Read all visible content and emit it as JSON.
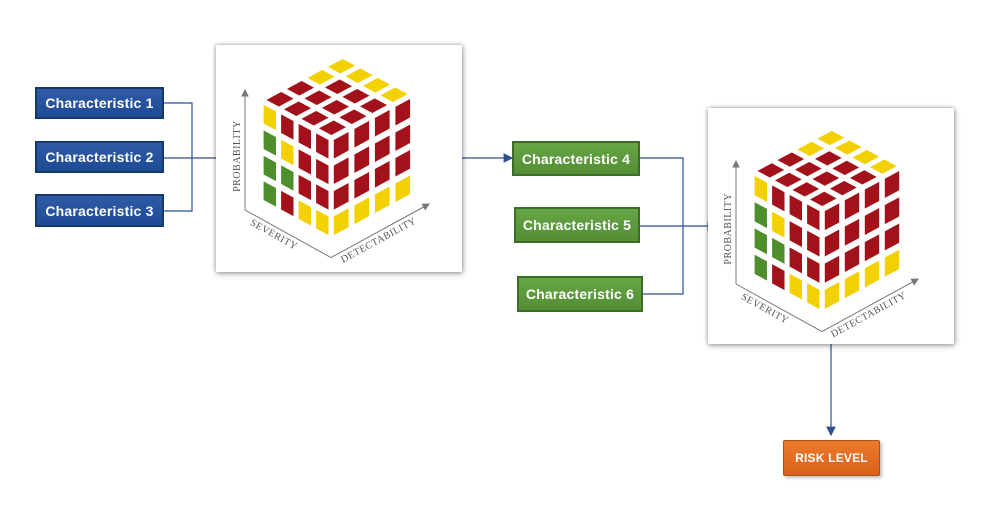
{
  "inputs": {
    "characteristic_1": "Characteristic  1",
    "characteristic_2": "Characteristic  2",
    "characteristic_3": "Characteristic  3"
  },
  "outputs": {
    "characteristic_4": "Characteristic  4",
    "characteristic_5": "Characteristic  5",
    "characteristic_6": "Characteristic  6"
  },
  "cube_axes": {
    "probability": "PROBABILITY",
    "severity": "SEVERITY",
    "detectability": "DETECTABILITY"
  },
  "result": {
    "risk_level": "RISK LEVEL"
  },
  "colors": {
    "blue": "#2f5ba6",
    "green": "#5c9a3d",
    "orange": "#e56f22",
    "cube_red": "#a3121a",
    "cube_yellow": "#f3d100",
    "cube_green": "#4e8e2c",
    "connector": "#2b4f8f"
  }
}
